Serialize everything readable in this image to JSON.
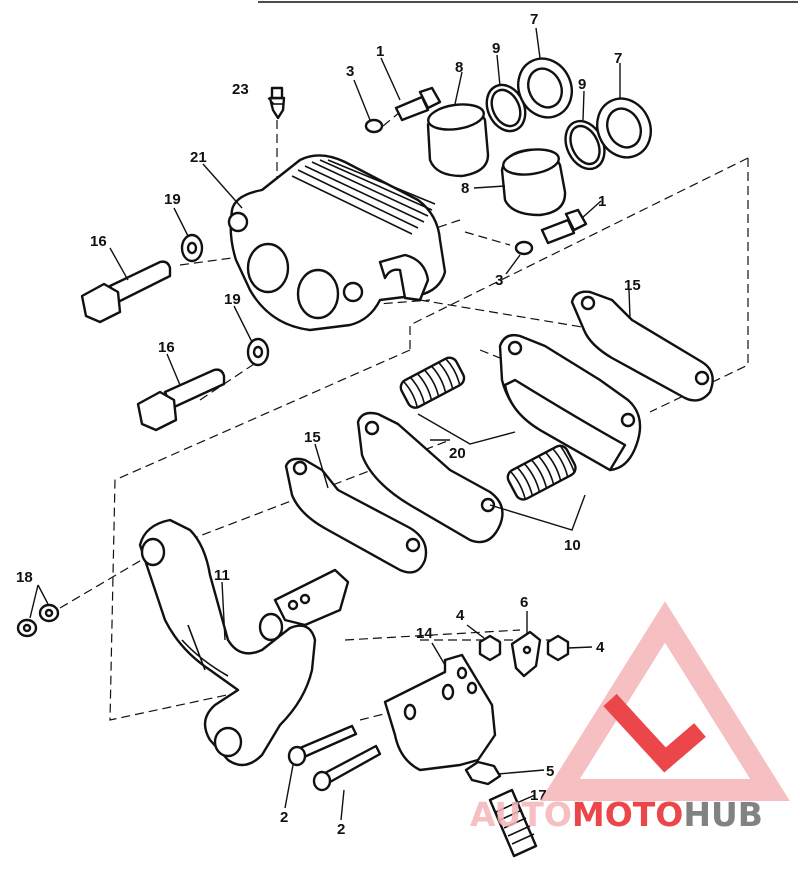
{
  "callouts": {
    "c1a": "1",
    "c1b": "1",
    "c2a": "2",
    "c2b": "2",
    "c3a": "3",
    "c3b": "3",
    "c4a": "4",
    "c4b": "4",
    "c5": "5",
    "c6": "6",
    "c7a": "7",
    "c7b": "7",
    "c8a": "8",
    "c8b": "8",
    "c9a": "9",
    "c9b": "9",
    "c10": "10",
    "c11": "11",
    "c14": "14",
    "c15a": "15",
    "c15b": "15",
    "c16a": "16",
    "c16b": "16",
    "c17": "17",
    "c18": "18",
    "c19a": "19",
    "c19b": "19",
    "c20": "20",
    "c21": "21",
    "c23": "23"
  },
  "watermark": {
    "part1": "AUTO",
    "part2": "MOTO",
    "part3": "HUB",
    "color_primary": "#e8262a",
    "color_secondary": "#f5b5b7",
    "color_dark": "#6d6d6d"
  }
}
